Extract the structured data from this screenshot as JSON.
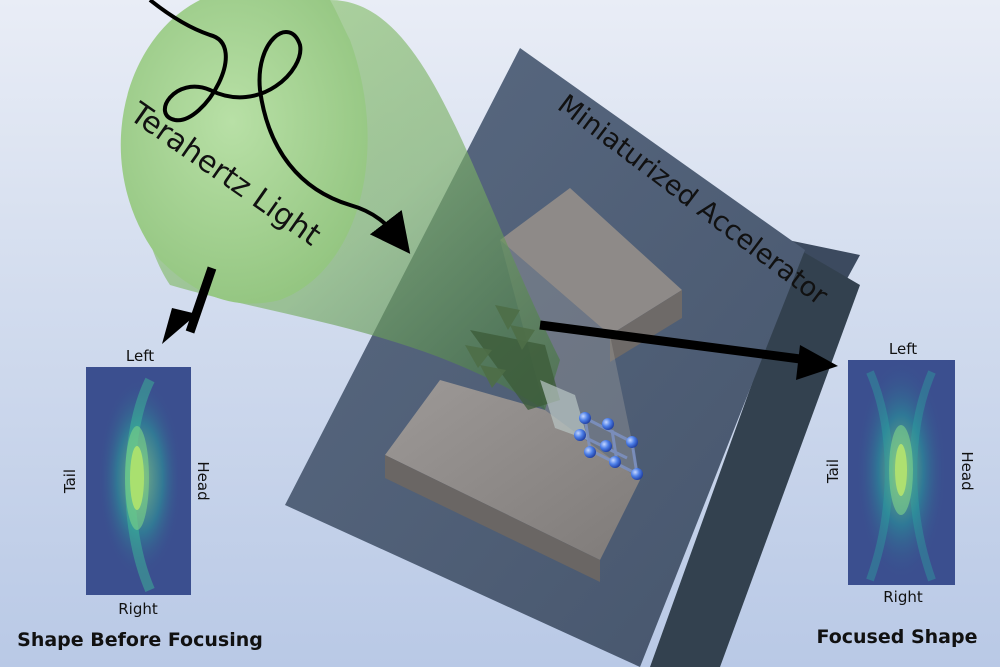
{
  "labels": {
    "light": "Terahertz Light",
    "accelerator": "Miniaturized Accelerator"
  },
  "left_panel": {
    "top": "Left",
    "bottom": "Right",
    "side_left": "Tail",
    "side_right": "Head",
    "caption": "Shape Before Focusing"
  },
  "right_panel": {
    "top": "Left",
    "bottom": "Right",
    "side_left": "Tail",
    "side_right": "Head",
    "caption": "Focused Shape"
  },
  "colors": {
    "cone": "#9dcb8a",
    "plate": "#4f5f75",
    "block": "#8f8b89",
    "particles": "#3d6fe0",
    "heatmap_bg": "#3b4f8f"
  }
}
